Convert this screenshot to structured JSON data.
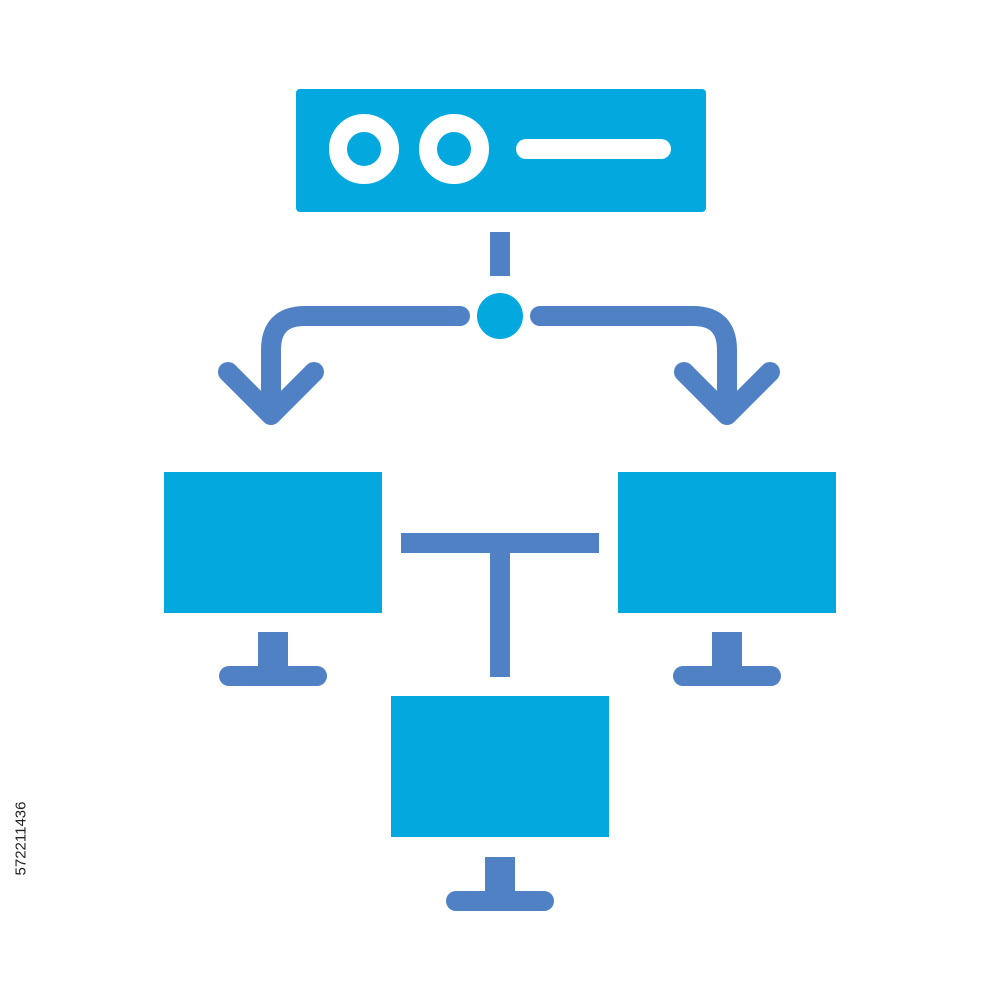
{
  "colors": {
    "primary": "#03a9de",
    "secondary": "#4f81c4",
    "background": "#ffffff",
    "text": "#222222"
  },
  "icon": {
    "name": "network-distribution-icon",
    "parts": [
      "server-icon",
      "connector-node",
      "left-arrow",
      "right-arrow",
      "monitor-left",
      "monitor-right",
      "monitor-bottom",
      "t-connector"
    ]
  },
  "stock_id": "572211436"
}
